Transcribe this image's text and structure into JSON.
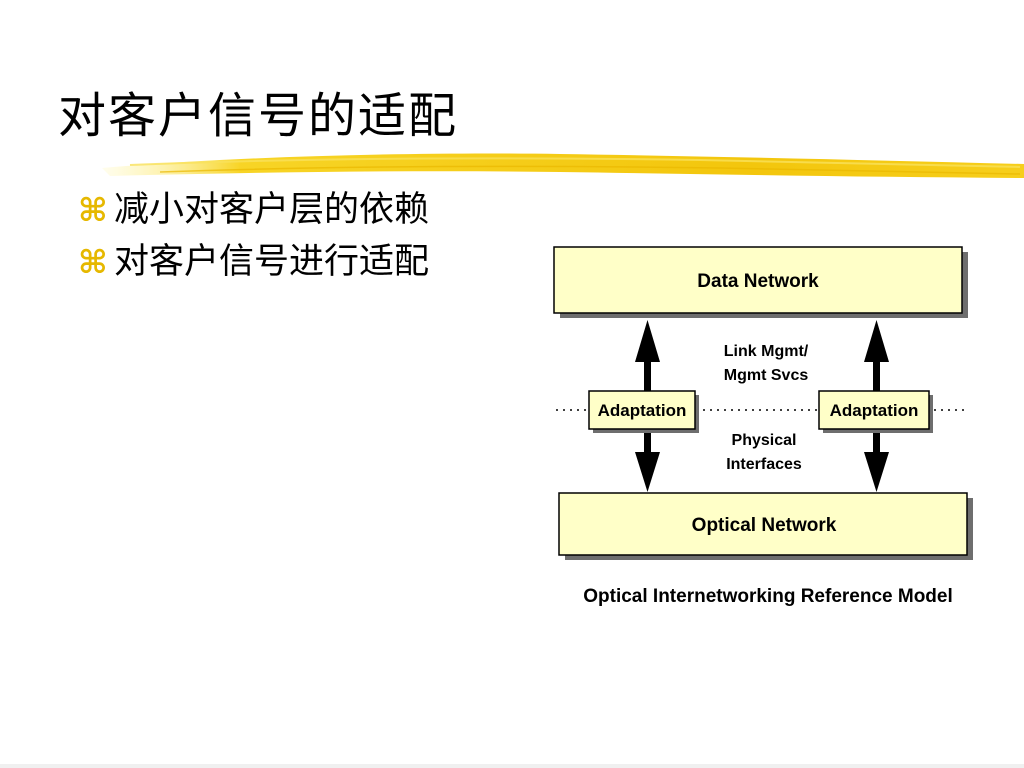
{
  "slide": {
    "title": "对客户信号的适配",
    "bullet_icon": "⌘",
    "bullets": [
      "减小对客户层的依赖",
      "对客户信号进行适配"
    ]
  },
  "diagram": {
    "top_box": "Data Network",
    "bottom_box": "Optical Network",
    "left_adaptation": "Adaptation",
    "right_adaptation": "Adaptation",
    "link_label_line1": "Link Mgmt/",
    "link_label_line2": "Mgmt Svcs",
    "physical_label_line1": "Physical",
    "physical_label_line2": "Interfaces",
    "caption": "Optical Internetworking Reference Model"
  },
  "colors": {
    "box_fill": "#ffffc8",
    "shadow": "#6e6e6e",
    "accent_yellow": "#f2c300"
  }
}
